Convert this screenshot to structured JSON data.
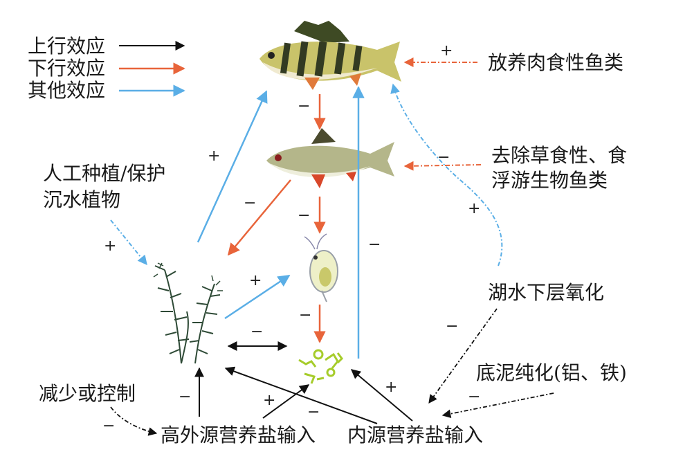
{
  "legend": {
    "upward": "上行效应",
    "downward": "下行效应",
    "other": "其他效应"
  },
  "colors": {
    "upward": "#111111",
    "downward": "#e8643a",
    "other": "#5aaee6"
  },
  "nodes": {
    "stock_predator": "放养肉食性鱼类",
    "remove_fish_line1": "去除草食性、食",
    "remove_fish_line2": "浮游生物鱼类",
    "plant_line1": "人工种植/保护",
    "plant_line2": "沉水植物",
    "oxygenation": "湖水下层氧化",
    "sediment": "底泥纯化(铝、铁)",
    "reduce_control": "减少或控制",
    "external_nutrient": "高外源营养盐输入",
    "internal_nutrient": "内源营养盐输入"
  },
  "icons": [
    "perch-fish",
    "roach-fish",
    "zooplankton",
    "submerged-plant",
    "phytoplankton"
  ],
  "signs": {
    "plus": "+",
    "minus": "−"
  }
}
